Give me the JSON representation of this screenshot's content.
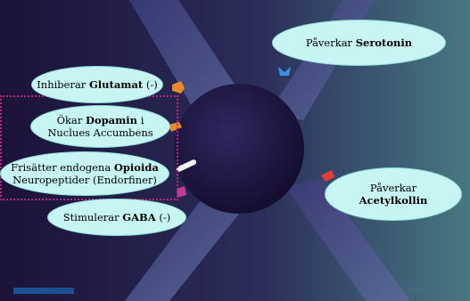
{
  "labels": {
    "glutamat": {
      "pre": "Inhiberar ",
      "strong": "Glutamat",
      "post": " (-)"
    },
    "dopamin": {
      "line1_pre": "Ökar ",
      "line1_strong": "Dopamin",
      "line1_post": " i",
      "line2": "Nuclues Accumbens"
    },
    "opioida": {
      "line1_pre": "Frisätter endogena ",
      "line1_strong": "Opioida",
      "line2": "Neuropeptider (Endorfiner)"
    },
    "gaba": {
      "pre": "Stimulerar ",
      "strong": "GABA",
      "post": " (-)"
    },
    "serotonin": {
      "pre": "Påverkar ",
      "strong": "Serotonin"
    },
    "acetylkollin": {
      "line1": "Påverkar",
      "line2_strong": "Acetylkollin"
    }
  },
  "watermark": "©CNSforum.com",
  "colors": {
    "bubble": "#c7f5f3",
    "highlight_box": "#b5287a",
    "receptor_orange": "#e88a2a",
    "receptor_blue": "#3b8fe8",
    "receptor_red": "#e33b3b",
    "receptor_magenta": "#c03a9a"
  }
}
